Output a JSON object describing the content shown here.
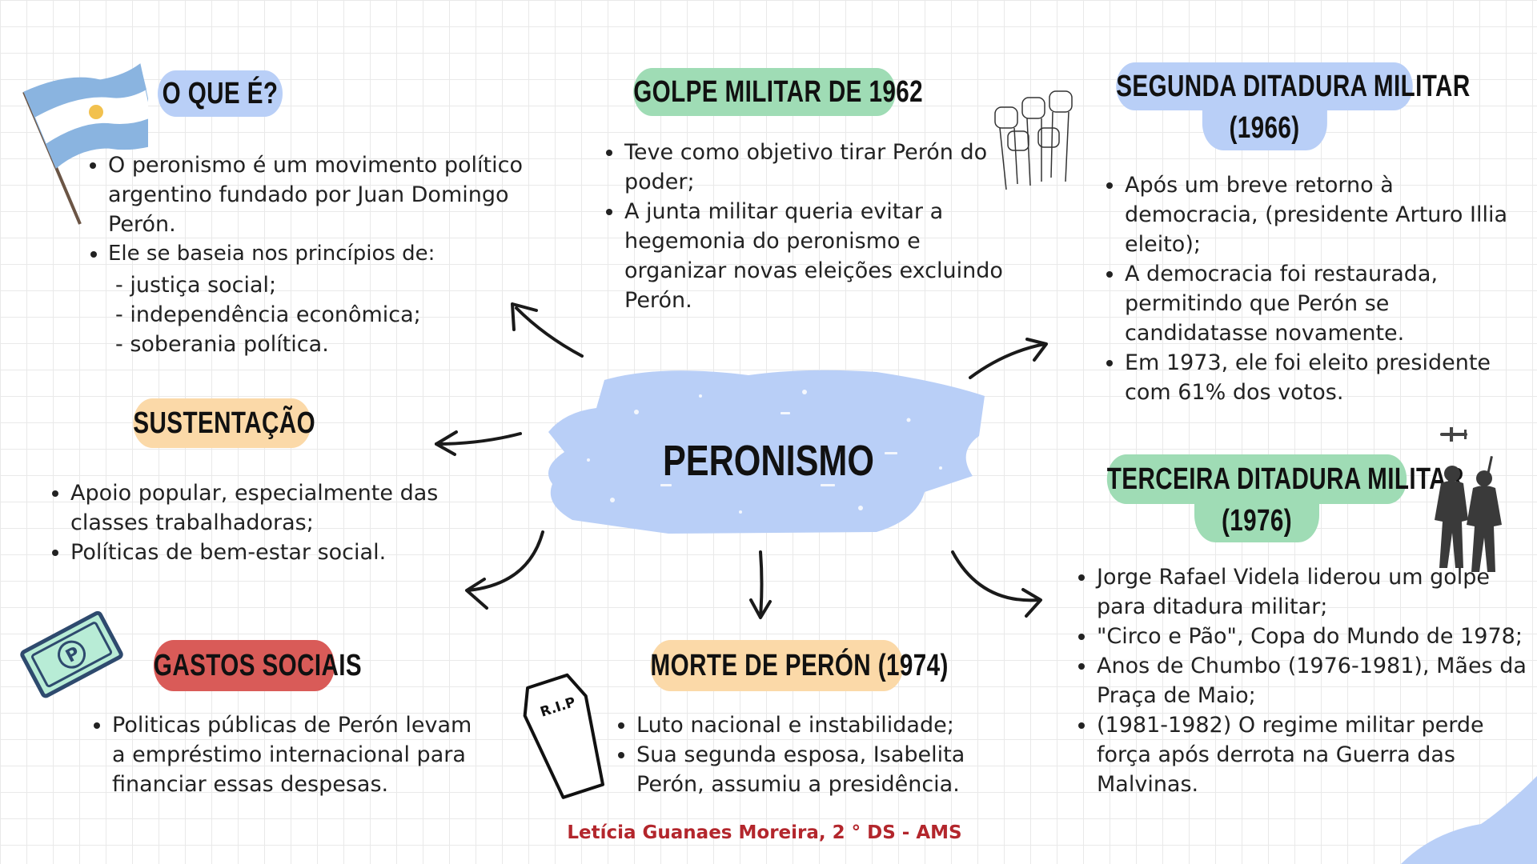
{
  "center": {
    "title": "PERONISMO",
    "color": "#b9cff7"
  },
  "sections": {
    "oque": {
      "title": "O QUE É?",
      "bullets": [
        "O peronismo é um movimento político argentino fundado por Juan Domingo Perón.",
        "Ele se baseia nos princípios de:"
      ],
      "subitems": [
        "- justiça social;",
        "- independência econômica;",
        "- soberania política."
      ]
    },
    "golpe": {
      "title": "GOLPE MILITAR DE 1962",
      "bullets": [
        "Teve como objetivo tirar Perón do poder;",
        "A junta militar queria evitar a hegemonia do peronismo e organizar novas eleições excluindo Perón."
      ]
    },
    "segunda": {
      "title_line1": "SEGUNDA DITADURA MILITAR",
      "title_line2": "(1966)",
      "bullets": [
        "Após um breve retorno à democracia, (presidente Arturo Illia eleito);",
        "A democracia foi restaurada, permitindo que Perón se candidatasse novamente.",
        "Em 1973, ele foi eleito presidente com 61% dos votos."
      ]
    },
    "sustentacao": {
      "title": "SUSTENTAÇÃO",
      "bullets": [
        "Apoio popular, especialmente das classes trabalhadoras;",
        "Políticas de bem-estar social."
      ]
    },
    "terceira": {
      "title_line1": "TERCEIRA DITADURA MILITAR",
      "title_line2": "(1976)",
      "bullets": [
        "Jorge Rafael Videla liderou um golpe para ditadura militar;",
        "\"Circo e Pão\", Copa do Mundo de 1978;",
        "Anos de Chumbo (1976-1981), Mães da Praça de Maio;",
        "(1981-1982) O regime militar perde força após derrota na Guerra das Malvinas."
      ]
    },
    "gastos": {
      "title": "GASTOS SOCIAIS",
      "bullets": [
        "Politicas públicas de Perón levam a empréstimo internacional para financiar essas despesas."
      ]
    },
    "morte": {
      "title": "MORTE DE PERÓN (1974)",
      "bullets": [
        "Luto nacional e instabilidade;",
        "Sua segunda esposa, Isabelita Perón, assumiu a presidência."
      ]
    }
  },
  "icons": {
    "flag": "argentina-flag-icon",
    "fists": "raised-fists-icon",
    "plane": "airplane-icon",
    "soldiers": "soldiers-icon",
    "money": "banknote-icon",
    "coffin": "coffin-icon",
    "coffin_text": "R.I.P"
  },
  "credit": "Letícia Guanaes Moreira, 2 ° DS - AMS"
}
